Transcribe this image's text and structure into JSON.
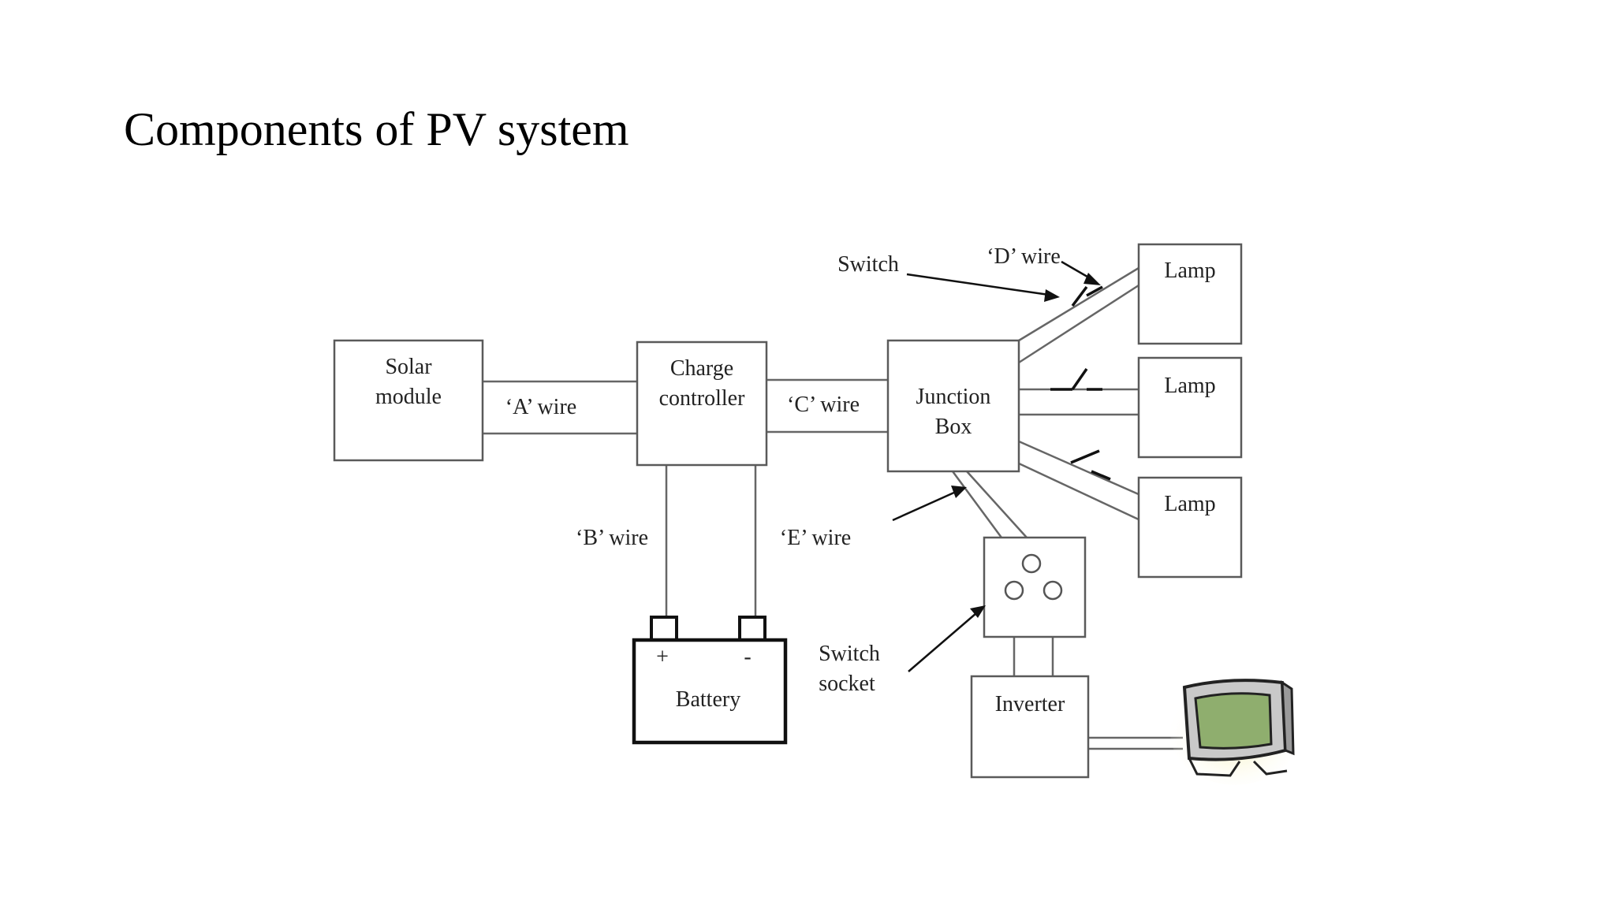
{
  "title": "Components of PV system",
  "components": {
    "solar_module": [
      "Solar",
      "module"
    ],
    "charge_controller": [
      "Charge",
      "controller"
    ],
    "junction_box": [
      "Junction",
      "Box"
    ],
    "battery": "Battery",
    "battery_plus": "+",
    "battery_minus": "-",
    "inverter": "Inverter",
    "lamps": [
      "Lamp",
      "Lamp",
      "Lamp"
    ]
  },
  "wires": {
    "a": "‘A’ wire",
    "b": "‘B’ wire",
    "c": "‘C’ wire",
    "d": "‘D’ wire",
    "e": "‘E’ wire"
  },
  "annotations": {
    "switch": "Switch",
    "switch_socket": [
      "Switch",
      "socket"
    ]
  },
  "icons": {
    "tv": "television-icon"
  },
  "colors": {
    "tv_screen": "#8fae6e",
    "tv_body": "#c9c9c9",
    "tv_glow": "#f5f0b0"
  }
}
